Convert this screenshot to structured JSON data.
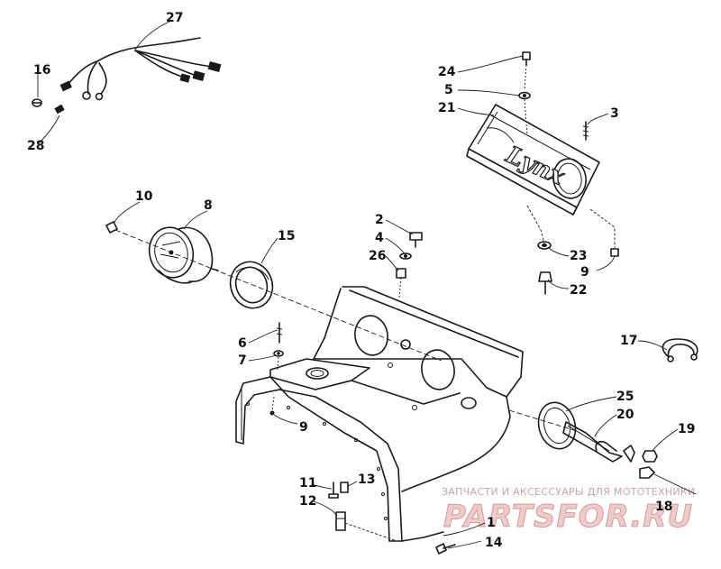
{
  "callouts": {
    "c1": "1",
    "c2": "2",
    "c3": "3",
    "c4": "4",
    "c5": "5",
    "c6": "6",
    "c7": "7",
    "c8": "8",
    "c9a": "9",
    "c9b": "9",
    "c10": "10",
    "c11": "11",
    "c12": "12",
    "c13": "13",
    "c14": "14",
    "c15": "15",
    "c16": "16",
    "c17": "17",
    "c18": "18",
    "c19": "19",
    "c20": "20",
    "c21": "21",
    "c22": "22",
    "c23": "23",
    "c24": "24",
    "c25": "25",
    "c26": "26",
    "c27": "27",
    "c28": "28"
  },
  "watermark": {
    "caption": "ЗАПЧАСТИ И АКСЕССУАРЫ ДЛЯ МОТОТЕХНИКИ",
    "logo": "PARTSFOR.RU"
  },
  "nameplate_script": "Lynx"
}
